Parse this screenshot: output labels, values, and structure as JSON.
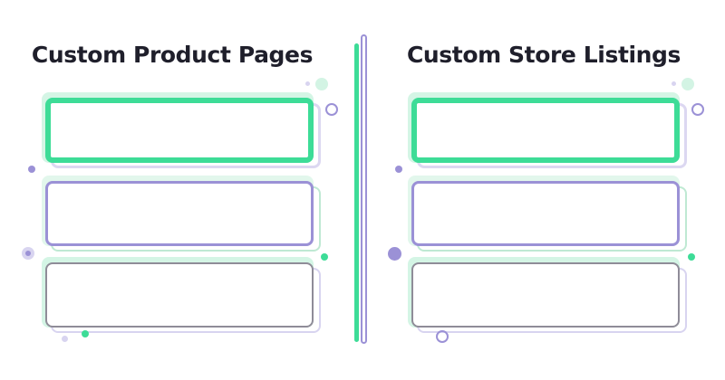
{
  "panels": [
    {
      "title": "Custom Product Pages",
      "cards": [
        {
          "style": "primary"
        },
        {
          "style": "secondary"
        },
        {
          "style": "tertiary"
        }
      ]
    },
    {
      "title": "Custom Store Listings",
      "cards": [
        {
          "style": "primary"
        },
        {
          "style": "secondary"
        },
        {
          "style": "tertiary"
        }
      ]
    }
  ],
  "colors": {
    "title": "#1f1f2b",
    "green": "#3ddc97",
    "green_light": "#c9f3df",
    "purple": "#9b91d6",
    "purple_light": "#d8d4f0",
    "gray": "#8f8c98"
  }
}
